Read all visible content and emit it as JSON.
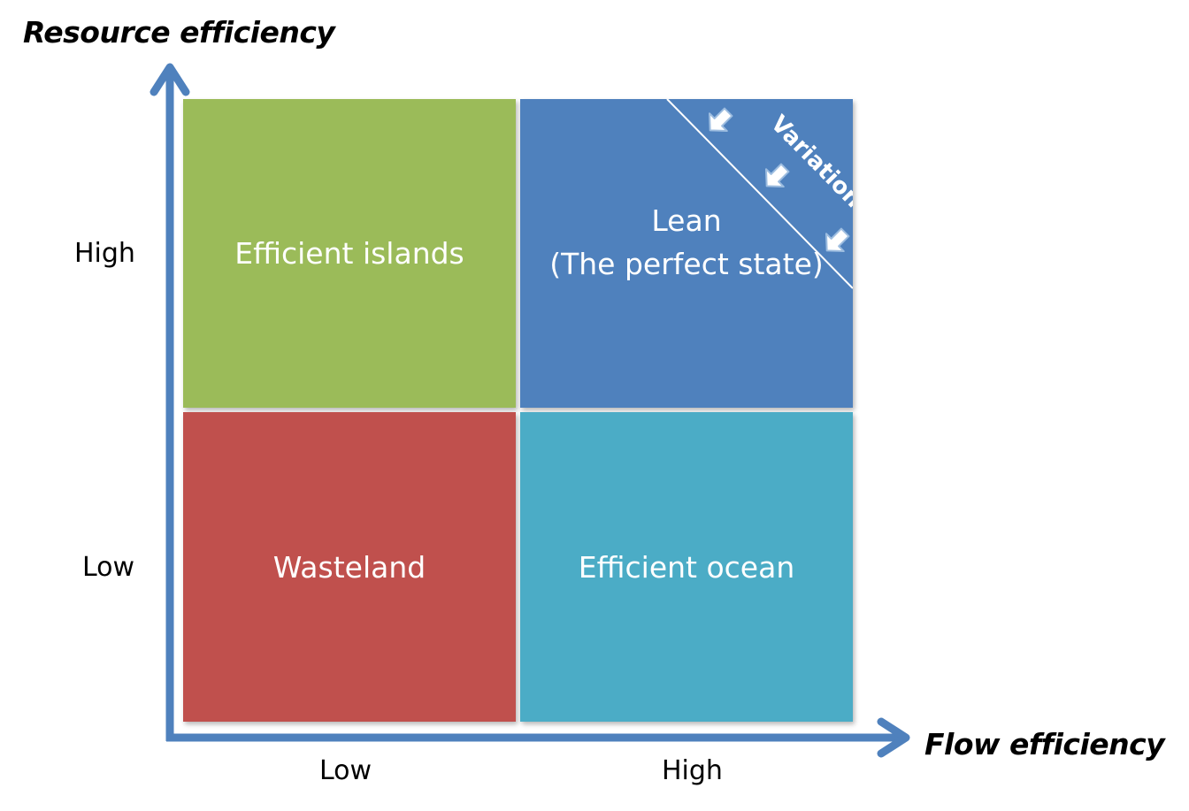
{
  "y_axis": {
    "title": "Resource efficiency",
    "ticks": [
      "High",
      "Low"
    ]
  },
  "x_axis": {
    "title": "Flow efficiency",
    "ticks": [
      "Low",
      "High"
    ]
  },
  "quadrants": {
    "top_left": {
      "label": "Efficient islands",
      "color": "#9bbb59"
    },
    "top_right": {
      "label_line1": "Lean",
      "label_line2": "(The perfect state)",
      "color": "#4f81bd"
    },
    "bottom_left": {
      "label": "Wasteland",
      "color": "#c0504d"
    },
    "bottom_right": {
      "label": "Efficient ocean",
      "color": "#4bacc6"
    }
  },
  "variation": {
    "label": "Variation",
    "arrow_count": 3,
    "arrow_icon": "down-left-arrow-icon"
  },
  "colors": {
    "axis": "#4f81bd",
    "text_on_cells": "#ffffff",
    "arrow_fill": "#ffffff",
    "arrow_stroke": "#9dbde0"
  }
}
